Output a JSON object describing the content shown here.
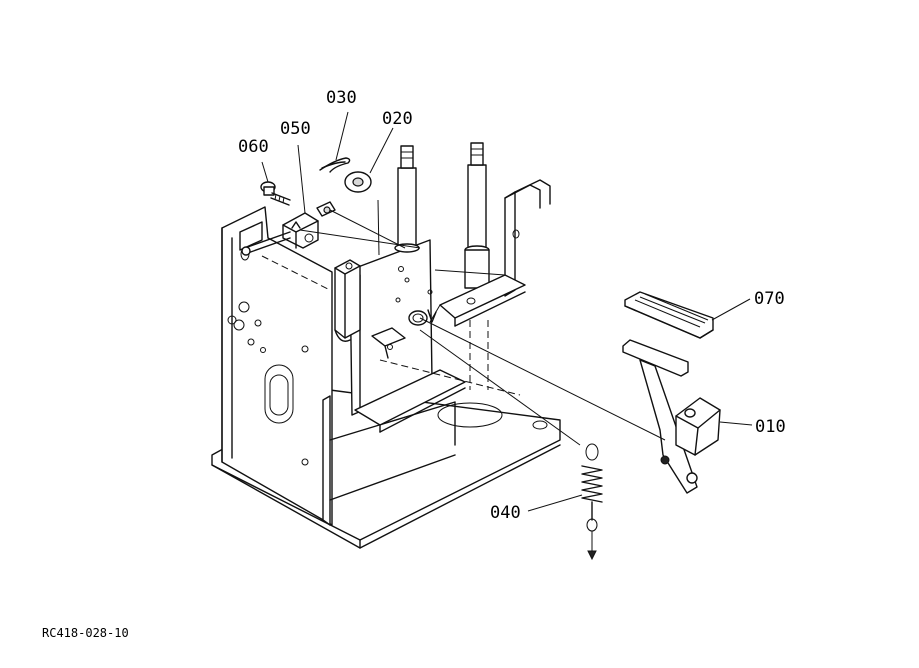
{
  "parts": [
    {
      "id": "p010",
      "label": "010"
    },
    {
      "id": "p020",
      "label": "020"
    },
    {
      "id": "p030",
      "label": "030"
    },
    {
      "id": "p040",
      "label": "040"
    },
    {
      "id": "p050",
      "label": "050"
    },
    {
      "id": "p060",
      "label": "060"
    },
    {
      "id": "p070",
      "label": "070"
    }
  ],
  "reference_code": "RC418-028-10"
}
